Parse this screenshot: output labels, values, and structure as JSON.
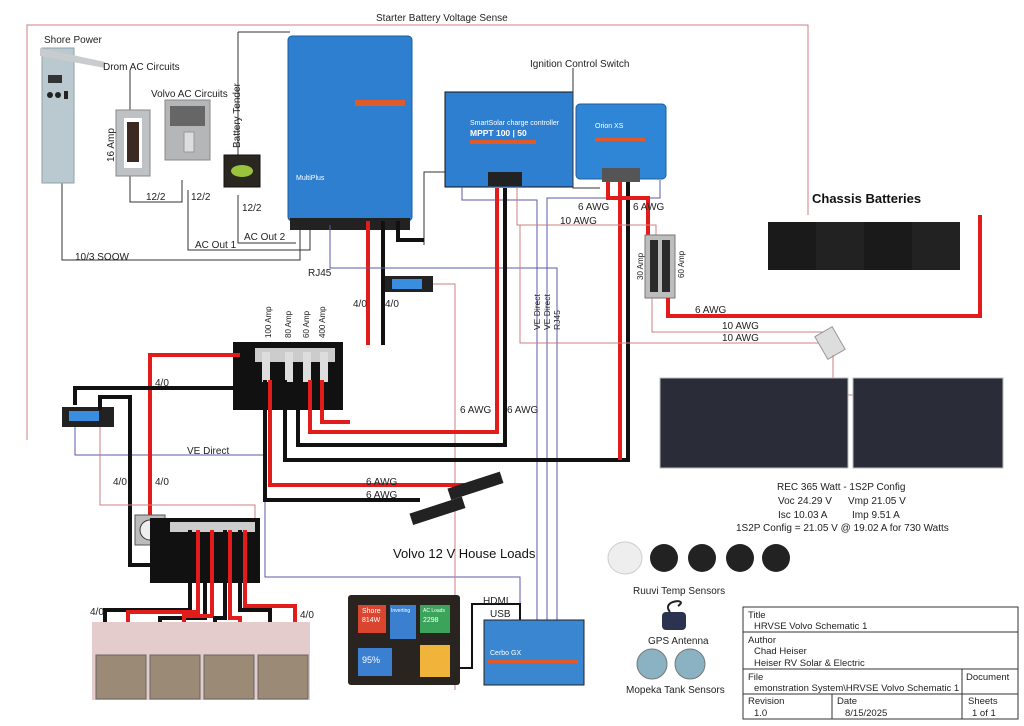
{
  "labels": {
    "starter_sense": "Starter Battery Voltage Sense",
    "shore_power": "Shore Power",
    "drom_ac": "Drom AC Circuits",
    "volvo_ac": "Volvo AC Circuits",
    "amp16": "16 Amp",
    "battery_tender": "Battery Tender",
    "w12_2_a": "12/2",
    "w12_2_b": "12/2",
    "w12_2_c": "12/2",
    "ac_out1": "AC Out 1",
    "ac_out2": "AC Out 2",
    "soow": "10/3 SOOW",
    "rj45_a": "RJ45",
    "w40_a": "4/0",
    "w40_b": "4/0",
    "fuse100": "100 Amp",
    "fuse80": "80 Amp",
    "fuse60": "60 Amp",
    "fuse400": "400 Amp",
    "w40_c": "4/0",
    "ve_direct_a": "VE Direct",
    "w40_d": "4/0",
    "w40_e": "4/0",
    "w40_f": "4/0",
    "w40_g": "4/0",
    "awg6_a": "6 AWG",
    "awg6_b": "6 AWG",
    "awg6_c": "6 AWG",
    "awg6_d": "6 AWG",
    "house_loads": "Volvo 12 V House Loads",
    "hdmi": "HDMI",
    "usb": "USB",
    "ignition": "Ignition Control Switch",
    "awg6_e": "6 AWG",
    "awg6_f": "6 AWG",
    "awg10_a": "10 AWG",
    "fuse30": "30 Amp",
    "fuse60b": "60 Amp",
    "ve_direct_b": "VE Direct",
    "ve_direct_c": "VE Direct",
    "rj45_b": "RJ45",
    "chassis_batteries": "Chassis Batteries",
    "awg6_g": "6 AWG",
    "awg10_b": "10 AWG",
    "awg10_c": "10 AWG",
    "ruuvi": "Ruuvi Temp Sensors",
    "gps": "GPS Antenna",
    "mopeka": "Mopeka Tank Sensors"
  },
  "solar_spec": {
    "line1": "REC 365 Watt - 1S2P Config",
    "voc": "Voc 24.29 V",
    "vmp": "Vmp 21.05 V",
    "isc": "Isc 10.03 A",
    "imp": "Imp 9.51 A",
    "summary": "1S2P Config = 21.05 V @ 19.02 A for 730 Watts"
  },
  "devices": {
    "multiplus": "MultiPlus",
    "mppt_sub": "SmartSolar charge controller",
    "mppt": "MPPT 100 | 50",
    "orion": "Orion XS",
    "cerbo": "Cerbo GX",
    "gx_shore": "Shore",
    "gx_shore_val": "814W",
    "gx_inverting": "Inverting",
    "gx_acloads": "AC Loads",
    "gx_acloads_val": "2298",
    "gx_soc": "95%"
  },
  "title_block": {
    "title_label": "Title",
    "title": "HRVSE Volvo Schematic 1",
    "author_label": "Author",
    "author1": "Chad Heiser",
    "author2": "Heiser RV Solar & Electric",
    "file_label": "File",
    "file": "emonstration System\\HRVSE Volvo Schematic 1",
    "document_label": "Document",
    "revision_label": "Revision",
    "revision": "1.0",
    "date_label": "Date",
    "date": "8/15/2025",
    "sheets_label": "Sheets",
    "sheets": "1 of 1"
  },
  "colors": {
    "positive": "#e21b1b",
    "negative": "#111111",
    "victron_blue": "#2f7fd0",
    "sense_wire": "#c98080",
    "comm_wire": "#5a5aa8"
  }
}
